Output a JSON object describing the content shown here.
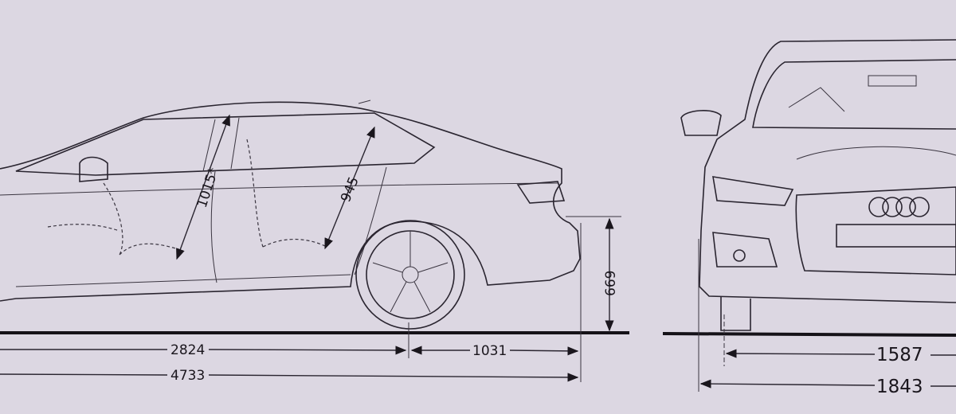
{
  "drawing": {
    "side_view": {
      "wheelbase": "2824",
      "rear_overhang": "1031",
      "overall_length": "4733",
      "rear_sill_height": "669",
      "front_headroom": "1015*",
      "rear_headroom": "945"
    },
    "front_view": {
      "track_width": "1587",
      "overall_width": "1843"
    },
    "colors": {
      "background": "#dcd7e2",
      "line": "#2a2530"
    }
  }
}
